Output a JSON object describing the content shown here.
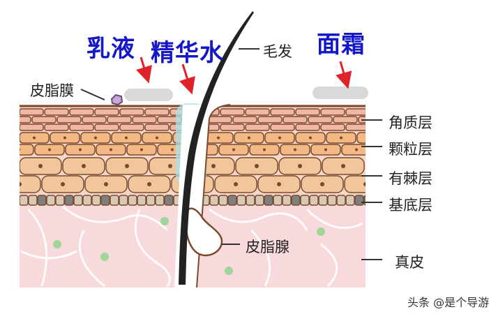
{
  "products": {
    "lotion": "乳液",
    "essence_water": "精华水",
    "cream": "面霜"
  },
  "labels": {
    "sebum_film": "皮脂膜",
    "hair": "毛发",
    "stratum_corneum": "角质层",
    "stratum_granulosum": "颗粒层",
    "stratum_spinosum": "有棘层",
    "stratum_basale": "基底层",
    "dermis": "真皮",
    "sebaceous_gland": "皮脂腺"
  },
  "watermark": "头条 @是个导游",
  "colors": {
    "title_blue": "#1417c8",
    "arrow_red": "#e0232a",
    "outline_brown": "#7a4a2e",
    "corneum_cell": "#f2b7a2",
    "granular_cell": "#f3b884",
    "spinous_cell": "#f0c69a",
    "basal_cell_light": "#d8c8b4",
    "basal_cell_dark": "#7f7f7f",
    "dermis_pink": "#f8d9dc",
    "essence_blue": "#a9e2ee",
    "cream_gray": "#d9d9d9",
    "green_dot": "#9fd59b"
  }
}
